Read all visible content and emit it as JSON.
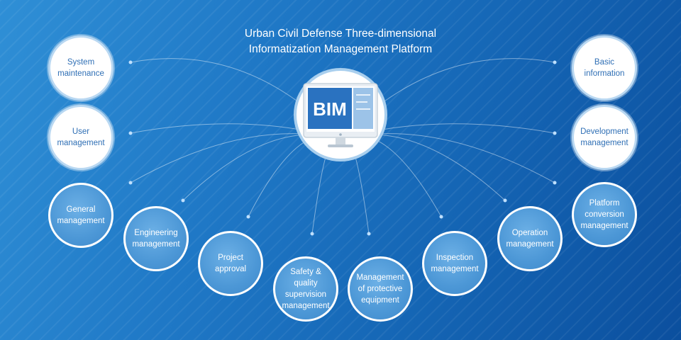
{
  "title": {
    "line1": "Urban Civil Defense Three-dimensional",
    "line2": "Informatization Management Platform"
  },
  "hub": {
    "label": "BIM",
    "icon": "monitor-icon"
  },
  "nodes": [
    {
      "id": "system-maintenance",
      "label": "System\nmaintenance",
      "style": "light"
    },
    {
      "id": "user-management",
      "label": "User\nmanagement",
      "style": "light"
    },
    {
      "id": "general-management",
      "label": "General\nmanagement",
      "style": "dark"
    },
    {
      "id": "engineering-management",
      "label": "Engineering\nmanagement",
      "style": "dark"
    },
    {
      "id": "project-approval",
      "label": "Project\napproval",
      "style": "dark"
    },
    {
      "id": "safety-quality",
      "label": "Safety & quality\nsupervision\nmanagement",
      "style": "dark"
    },
    {
      "id": "protective-equipment",
      "label": "Management\nof protective\nequipment",
      "style": "dark"
    },
    {
      "id": "inspection-management",
      "label": "Inspection\nmanagement",
      "style": "dark"
    },
    {
      "id": "operation-management",
      "label": "Operation\nmanagement",
      "style": "dark"
    },
    {
      "id": "platform-conversion",
      "label": "Platform\nconversion\nmanagement",
      "style": "dark"
    },
    {
      "id": "development-management",
      "label": "Development\nmanagement",
      "style": "light"
    },
    {
      "id": "basic-information",
      "label": "Basic\ninformation",
      "style": "light"
    }
  ],
  "colors": {
    "background": "#1f78c6",
    "node_dark": "#4c97d6",
    "node_light": "#ffffff",
    "text_light_node": "#2f6fb5",
    "bim_blue": "#2a72c0"
  }
}
